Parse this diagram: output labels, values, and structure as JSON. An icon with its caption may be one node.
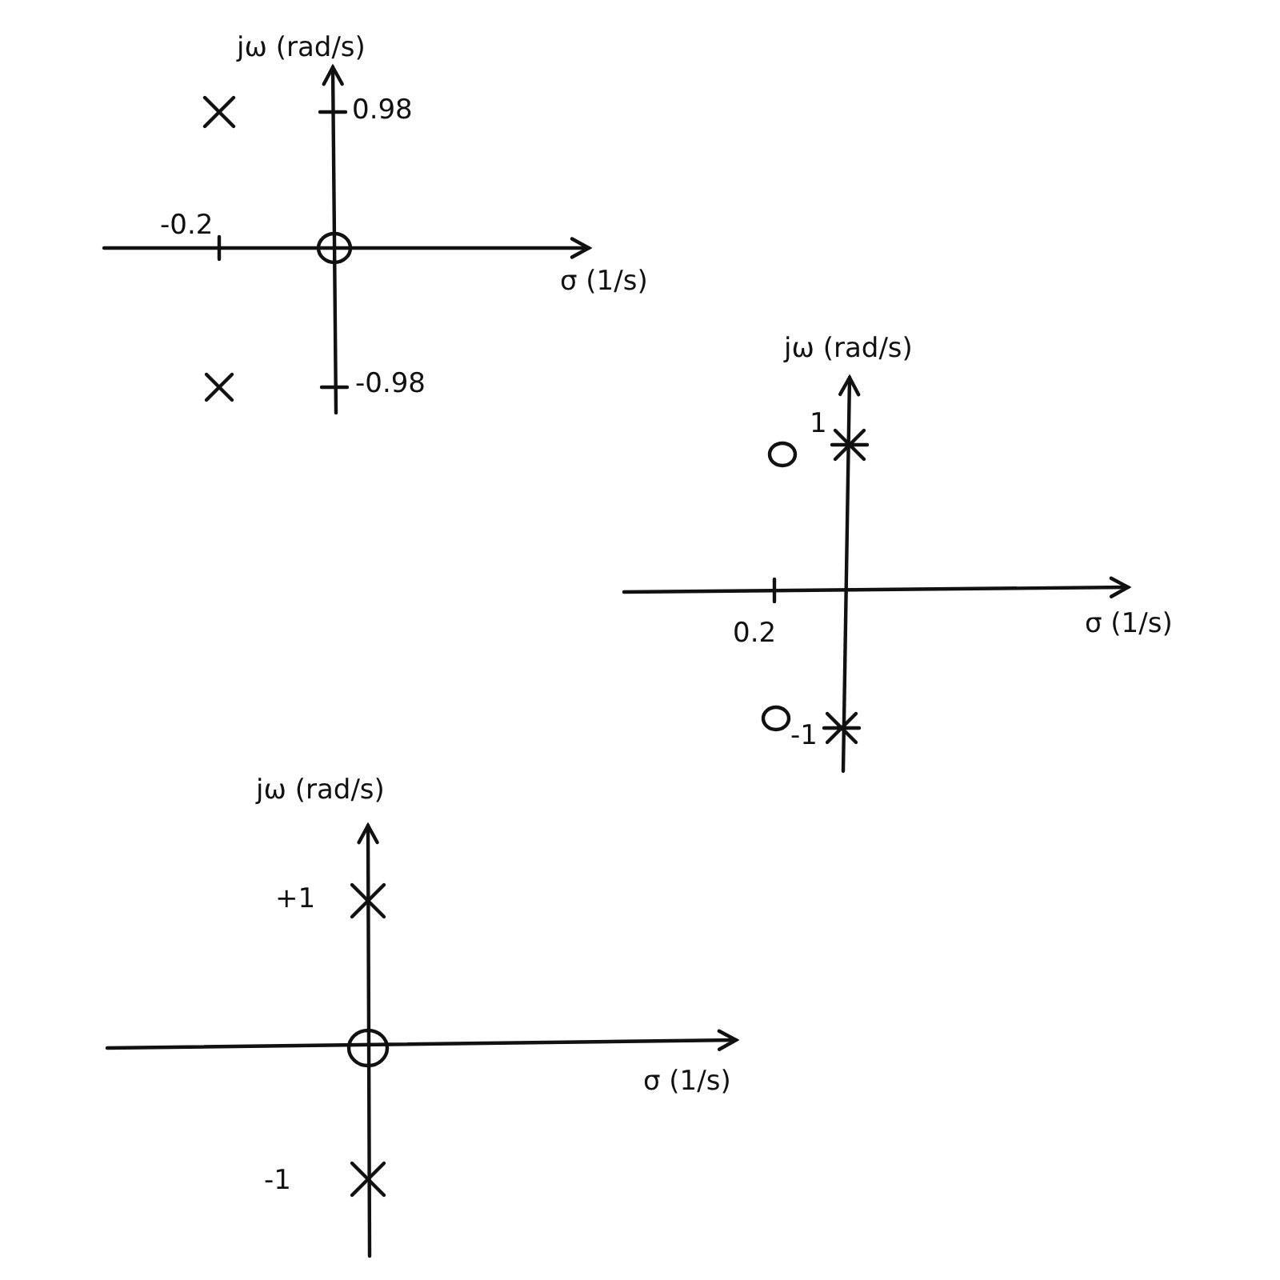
{
  "diagram": {
    "labels": [
      "jω (rad/s)",
      "0.98",
      "-0.2",
      "σ (1/s)",
      "-0.98",
      "jω (rad/s)",
      "1",
      "0.2",
      "σ (1/s)",
      "-1",
      "jω (rad/s)",
      "+1",
      "σ (1/s)",
      "-1"
    ]
  }
}
